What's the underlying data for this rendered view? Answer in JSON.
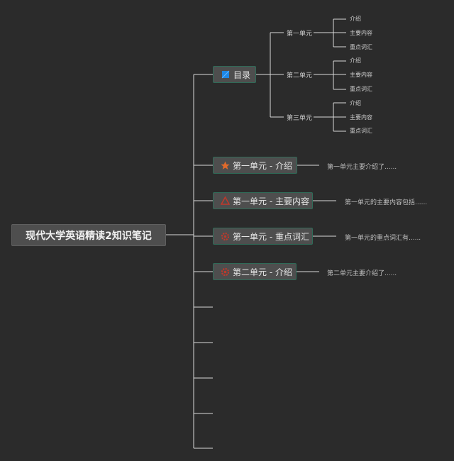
{
  "root": {
    "title": "现代大学英语精读2知识笔记"
  },
  "toc": {
    "label": "目录",
    "units": [
      {
        "name": "第一单元",
        "items": [
          "介绍",
          "主要内容",
          "重点词汇"
        ]
      },
      {
        "name": "第二单元",
        "items": [
          "介绍",
          "主要内容",
          "重点词汇"
        ]
      },
      {
        "name": "第三单元",
        "items": [
          "介绍",
          "主要内容",
          "重点词汇"
        ]
      }
    ]
  },
  "branches": [
    {
      "label": "第一单元 - 介绍",
      "icon": "star-icon",
      "icon_color": "#e06a2b",
      "note": "第一单元主要介绍了......"
    },
    {
      "label": "第一单元 - 主要内容",
      "icon": "triangle-icon",
      "icon_color": "#c0392b",
      "note": "第一单元的主要内容包括......"
    },
    {
      "label": "第一单元 - 重点词汇",
      "icon": "gear-icon",
      "icon_color": "#c0392b",
      "note": "第一单元的重点词汇有......"
    },
    {
      "label": "第二单元 - 介绍",
      "icon": "gear-icon",
      "icon_color": "#c0392b",
      "note": "第二单元主要介绍了......"
    }
  ],
  "colors": {
    "background": "#2b2b2b",
    "line": "#d9d9d9",
    "node_fill": "#4e4e4e",
    "toc_icon": "#1e88e5"
  }
}
